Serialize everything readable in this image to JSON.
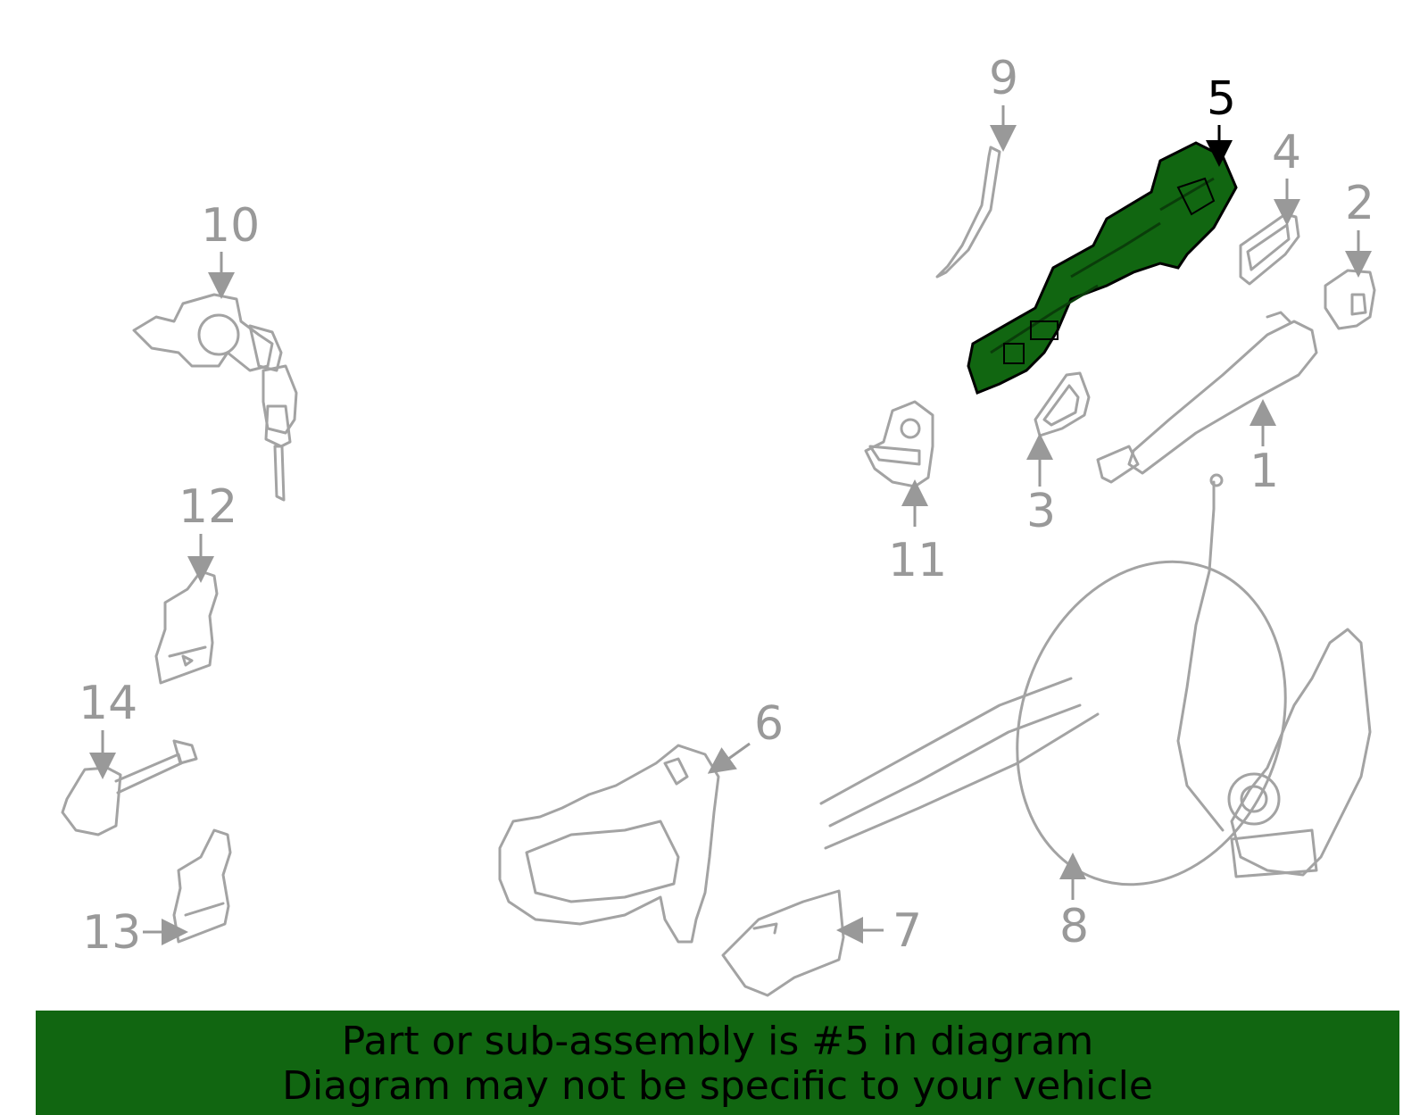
{
  "diagram": {
    "selected_part": "5",
    "highlight_color": "#116611",
    "part_color": "#a3a3a3",
    "callouts": [
      "1",
      "2",
      "3",
      "4",
      "5",
      "6",
      "7",
      "8",
      "9",
      "10",
      "11",
      "12",
      "13",
      "14"
    ]
  },
  "banner": {
    "line1": "Part or sub-assembly is #5 in diagram",
    "line2": "Diagram may not be specific to your vehicle",
    "background": "#116611"
  }
}
